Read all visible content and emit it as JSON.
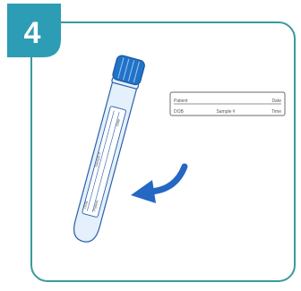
{
  "step": {
    "number": "4"
  },
  "colors": {
    "accent": "#2c9db4",
    "frame": "#3a9a9c",
    "cap": "#1f73c9",
    "tube_fill": "#e4f0fb",
    "tube_outline": "#2c5fa8",
    "arrow": "#2467c4"
  },
  "label": {
    "patient": "Patient",
    "date": "Date",
    "dob": "DOB",
    "sample": "Sample #",
    "time": "Time"
  },
  "icons": {
    "tube": "specimen-tube-icon",
    "arrow": "curved-arrow-icon"
  }
}
